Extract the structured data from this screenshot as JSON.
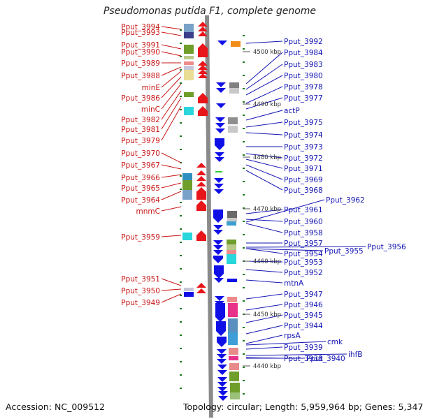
{
  "title": "Pseudomonas putida F1, complete genome",
  "footer": {
    "accession": "Accession: NC_009512",
    "topology": "Topology: circular; Length: 5,959,964 bp; Genes: 5,347"
  },
  "colors": {
    "forward": "#e8151b",
    "reverse": "#1010e6",
    "backbone": "#8a8a8a",
    "tick": "#1b7a1b"
  },
  "scale_ticks": [
    "4500 kbp",
    "4490 kbp",
    "4480 kbp",
    "4470 kbp",
    "4460 kbp",
    "4450 kbp",
    "4440 kbp"
  ],
  "left_labels": [
    "Pput_3994",
    "Pput_3993",
    "Pput_3991",
    "Pput_3990",
    "Pput_3989",
    "Pput_3988",
    "minE",
    "Pput_3986",
    "minC",
    "Pput_3982",
    "Pput_3981",
    "Pput_3979",
    "Pput_3970",
    "Pput_3967",
    "Pput_3966",
    "Pput_3965",
    "Pput_3964",
    "mnmC",
    "Pput_3959",
    "Pput_3951",
    "Pput_3950",
    "Pput_3949"
  ],
  "right_labels": [
    "Pput_3992",
    "Pput_3984",
    "Pput_3983",
    "Pput_3980",
    "Pput_3978",
    "Pput_3977",
    "actP",
    "Pput_3975",
    "Pput_3974",
    "Pput_3973",
    "Pput_3972",
    "Pput_3971",
    "Pput_3969",
    "Pput_3968",
    "Pput_3962",
    "Pput_3961",
    "Pput_3960",
    "Pput_3958",
    "Pput_3957",
    "Pput_3955",
    "Pput_3956",
    "Pput_3954",
    "Pput_3953",
    "Pput_3952",
    "mtnA",
    "Pput_3947",
    "Pput_3946",
    "Pput_3945",
    "Pput_3944",
    "cmk",
    "rpsA",
    "Pput_3940",
    "ihfB",
    "Pput_3939",
    "Pput_3938"
  ]
}
